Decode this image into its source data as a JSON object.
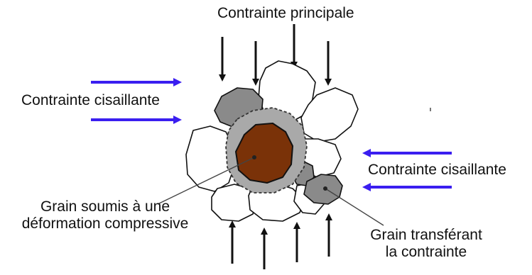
{
  "labels": {
    "principal_stress": "Contrainte principale",
    "shear_left": "Contrainte cisaillante",
    "shear_right": "Contrainte cisaillante",
    "compressed_grain_line1": "Grain soumis à une",
    "compressed_grain_line2": "déformation compressive",
    "transfer_grain_line1": "Grain transférant",
    "transfer_grain_line2": "la contrainte"
  },
  "colors": {
    "principal_arrow": "#111111",
    "shear_arrow": "#3a1ef0",
    "grain_outline": "#111111",
    "grain_white": "#ffffff",
    "grain_gray": "#8a8a8a",
    "grain_compressed": "#7a3208",
    "deformation_zone": "#a9a9a9",
    "pointer_line": "#444444"
  }
}
